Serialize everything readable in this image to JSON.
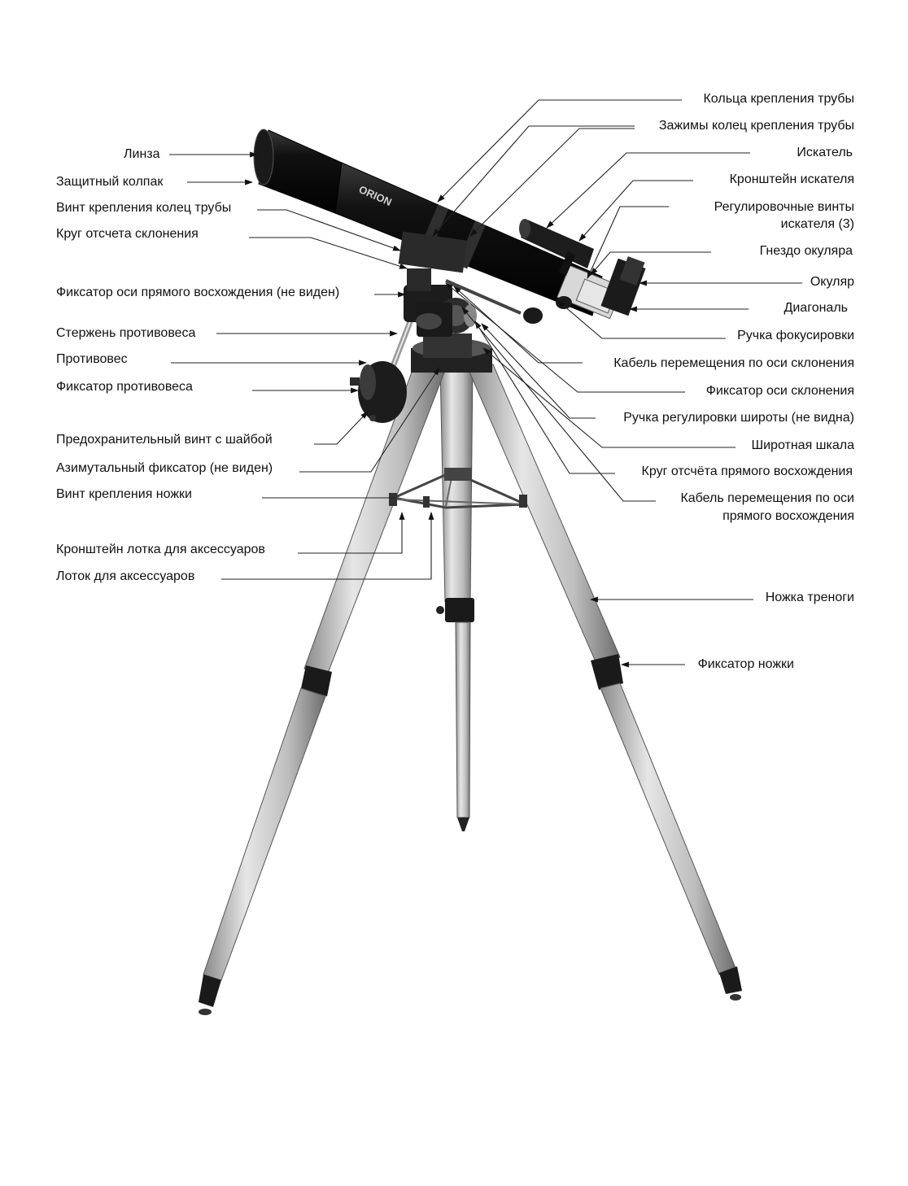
{
  "labels": {
    "tube_rings": "Кольца крепления трубы",
    "tube_ring_clamps": "Зажимы колец крепления трубы",
    "finder": "Искатель",
    "finder_bracket": "Кронштейн искателя",
    "finder_screws_1": "Регулировочные винты",
    "finder_screws_2": "искателя (3)",
    "eyepiece_socket": "Гнездо окуляра",
    "eyepiece": "Окуляр",
    "diagonal": "Диагональ",
    "focus_knob": "Ручка фокусировки",
    "dec_cable": "Кабель перемещения по оси склонения",
    "dec_lock": "Фиксатор оси склонения",
    "latitude_knob": "Ручка регулировки широты (не видна)",
    "latitude_scale": "Широтная шкала",
    "ra_circle": "Круг отсчёта прямого восхождения",
    "ra_cable_1": "Кабель перемещения по оси",
    "ra_cable_2": "прямого восхождения",
    "tripod_leg": "Ножка треноги",
    "leg_lock": "Фиксатор ножки",
    "lens": "Линза",
    "dew_cap": "Защитный колпак",
    "ring_screw": "Винт крепления колец трубы",
    "dec_circle": "Круг отсчета склонения",
    "ra_lock": "Фиксатор оси прямого восхождения (не виден)",
    "cw_shaft": "Стержень противовеса",
    "counterweight": "Противовес",
    "cw_lock": "Фиксатор противовеса",
    "safety_screw": "Предохранительный винт с шайбой",
    "azimuth_lock": "Азимутальный фиксатор (не виден)",
    "leg_screw": "Винт крепления ножки",
    "tray_bracket": "Кронштейн лотка для аксессуаров",
    "tray": "Лоток для аксессуаров"
  },
  "brand": "ORION",
  "colors": {
    "tube": "#0d0d0d",
    "metal_light": "#d4d4d4",
    "metal_dark": "#7a7a7a",
    "text": "#111111"
  }
}
